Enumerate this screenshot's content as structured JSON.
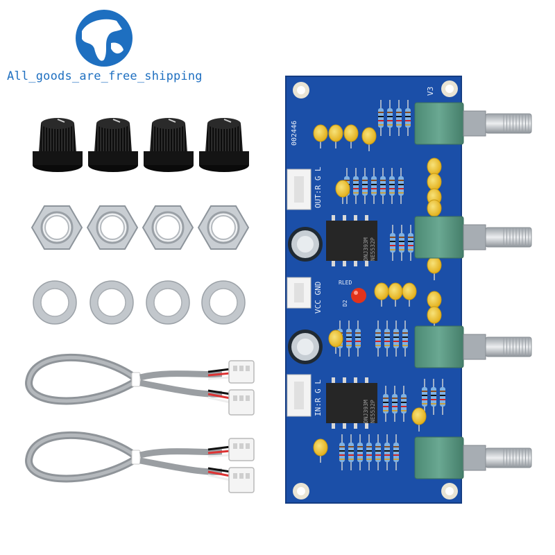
{
  "brand": {
    "slogan": "All_goods_are_free_shipping"
  },
  "pcb": {
    "board_id": "002446",
    "version": "V3",
    "out_label": "OUT:R G L",
    "power_label": "VCC GND",
    "in_label": "IN:R G L",
    "led_label": "RLED",
    "d2_label": "D2",
    "chip_top": [
      "DNJ393M",
      "NE5532P"
    ],
    "chip_bottom": [
      "DNJ393M",
      "NE5532P"
    ]
  },
  "colors": {
    "brand_blue": "#1e6fc0",
    "pcb_blue": "#1b4fa8",
    "knob_black": "#161616",
    "capacitor_yellow": "#f2c21b",
    "pot_green": "#5e9c86"
  },
  "icons": [
    "globe-icon"
  ]
}
